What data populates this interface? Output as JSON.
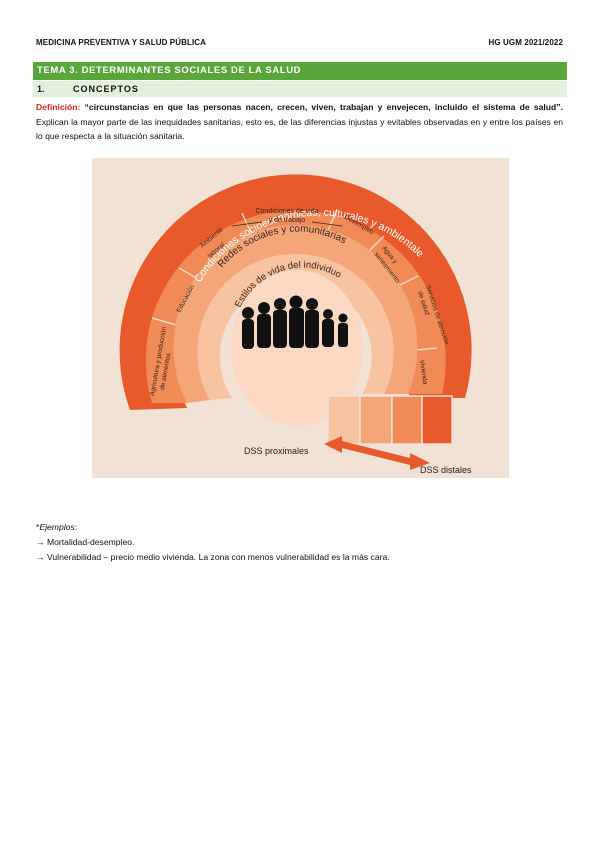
{
  "header": {
    "left": "MEDICINA PREVENTIVA Y SALUD PÚBLICA",
    "right": "HG UGM 2021/2022"
  },
  "topic": "TEMA 3. DETERMINANTES SOCIALES DE LA SALUD",
  "section": {
    "number": "1.",
    "title": "CONCEPTOS"
  },
  "definition": {
    "label": "Definición:",
    "quote": " “circunstancias en que las personas nacen, crecen, viven, trabajan y envejecen, incluido el sistema de salud”.",
    "text": " Explican la mayor parte de las inequidades sanitarias, esto es, de las diferencias injustas y evitables observadas en y entre los países en lo que respecta a la situación sanitaria."
  },
  "diagram": {
    "outer_title": "Condiciones socioeconómicas, culturales y ambientales",
    "living_conditions": "Condiciones de vida",
    "living_conditions_2": "y de trabajo",
    "network_title": "Redes sociales y comunitarias",
    "lifestyle_title": "Estilos de vida del individuo",
    "sectors": [
      "Agricultura y producción",
      "de alimentos",
      "Educación",
      "Ambiente",
      "laboral",
      "Desempleo",
      "Agua y",
      "saneamiento",
      "Servicios de atención",
      "de salud",
      "Vivienda"
    ],
    "proximal_label": "DSS proximales",
    "distal_label": "DSS distales",
    "colors": {
      "outer": "#e85a2c",
      "middle": "#f08a57",
      "network": "#f5a679",
      "lifestyle": "#f7c3a1",
      "core": "#fbd9c2",
      "background": "#f2e2d5"
    }
  },
  "examples": {
    "heading": "Ejemplos",
    "items": [
      "→ Mortalidad-desempleo.",
      "→ Vulnerabilidad – precio medio vivienda. La zona con menos vulnerabilidad es la más cara."
    ]
  }
}
